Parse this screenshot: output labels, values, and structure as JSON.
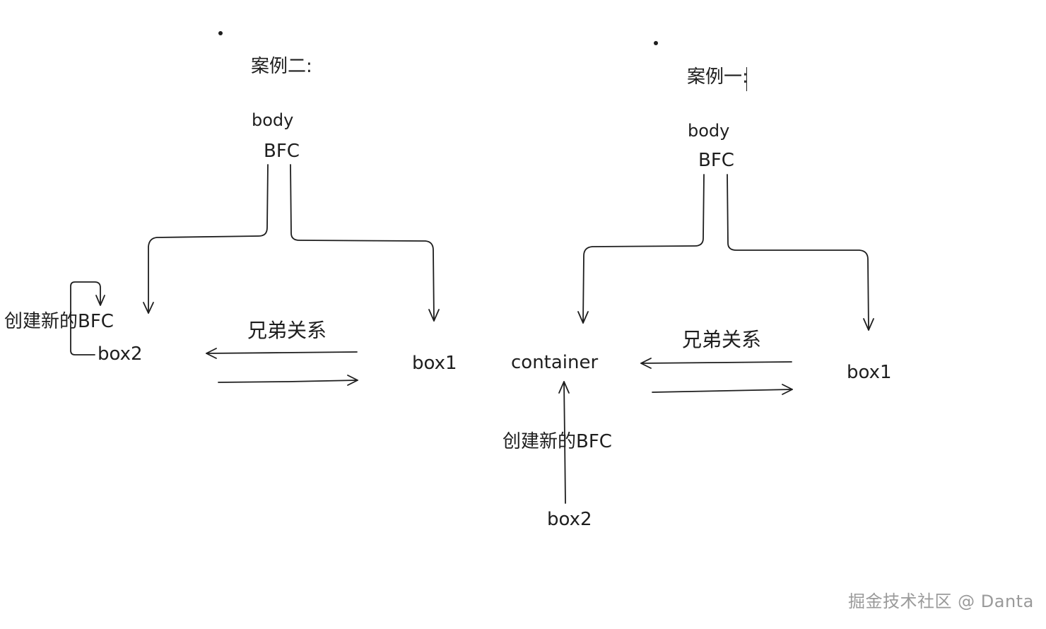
{
  "case_two": {
    "title": "案例二:",
    "body": "body",
    "bfc": "BFC",
    "create_bfc": "创建新的BFC",
    "box2": "box2",
    "box1": "box1",
    "sibling": "兄弟关系"
  },
  "case_one": {
    "title": "案例一:",
    "body": "body",
    "bfc": "BFC",
    "container": "container",
    "box1": "box1",
    "sibling": "兄弟关系",
    "create_bfc": "创建新的BFC",
    "box2": "box2"
  },
  "watermark": "掘金技术社区 @ Danta",
  "colors": {
    "stroke": "#1e1e1e",
    "watermark": "#9a9a9a",
    "background": "#ffffff"
  }
}
